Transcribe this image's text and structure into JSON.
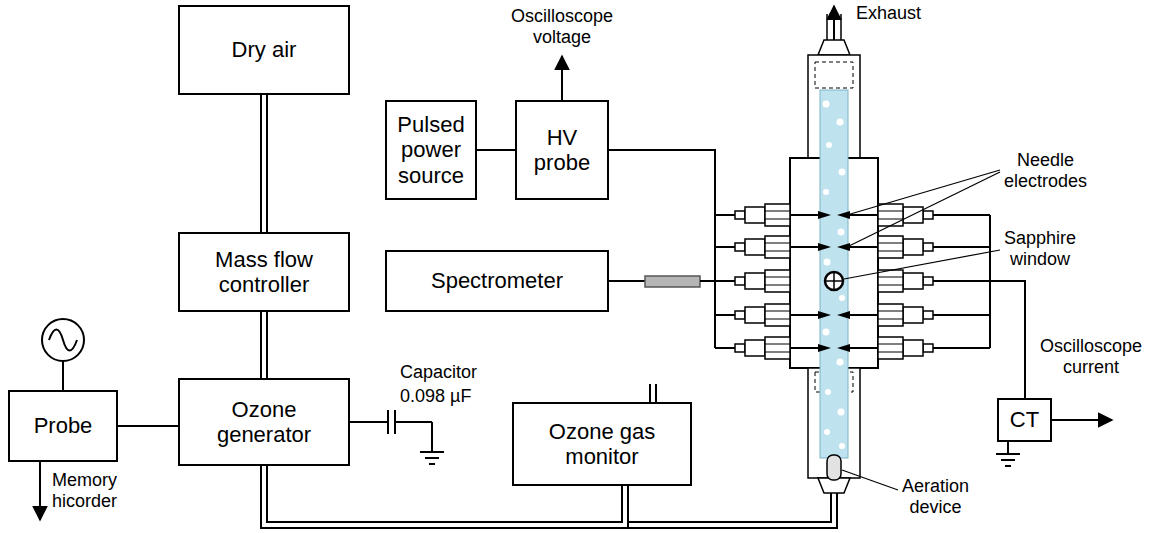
{
  "diagram": {
    "nodes": [
      {
        "text": [
          "Dry air"
        ]
      },
      {
        "text": [
          "Pulsed power source"
        ]
      },
      {
        "text": [
          "HV probe"
        ]
      },
      {
        "text": [
          "Mass flow controller"
        ]
      },
      {
        "text": [
          "Spectrometer"
        ]
      },
      {
        "text": [
          "Probe"
        ]
      },
      {
        "text": [
          "Ozone generator"
        ]
      },
      {
        "text": [
          "Ozone gas monitor"
        ]
      },
      {
        "text": [
          "CT"
        ]
      }
    ],
    "edges": [
      {
        "from": 0,
        "to": 3,
        "arrow": "none"
      },
      {
        "from": 1,
        "to": 2,
        "arrow": "none"
      },
      {
        "from": 3,
        "to": 6,
        "arrow": "none"
      },
      {
        "from": 5,
        "to": 6,
        "arrow": "none"
      },
      {
        "from": 6,
        "to": 7,
        "arrow": "none"
      }
    ],
    "labels": [
      "Oscilloscope voltage",
      "Exhaust",
      "Needle electrodes",
      "Sapphire window",
      "Oscilloscope current",
      "Capacitor",
      "0.098 µF",
      "Memory hicorder",
      "Aeration device"
    ]
  }
}
